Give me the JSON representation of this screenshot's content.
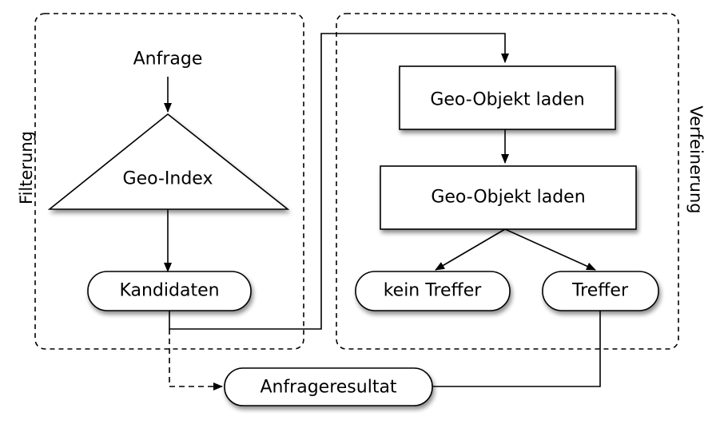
{
  "diagram": {
    "groups": {
      "filter_label": "Filterung",
      "refine_label": "Verfeinerung"
    },
    "nodes": {
      "query": "Anfrage",
      "geo_index": "Geo-Index",
      "candidates": "Kandidaten",
      "load_object_1": "Geo-Objekt laden",
      "load_object_2": "Geo-Objekt laden",
      "no_hit": "kein Treffer",
      "hit": "Treffer",
      "result": "Anfrageresultat"
    },
    "colors": {
      "stroke": "#000000",
      "fill": "#ffffff",
      "shadow": "#9a9a9a"
    }
  }
}
